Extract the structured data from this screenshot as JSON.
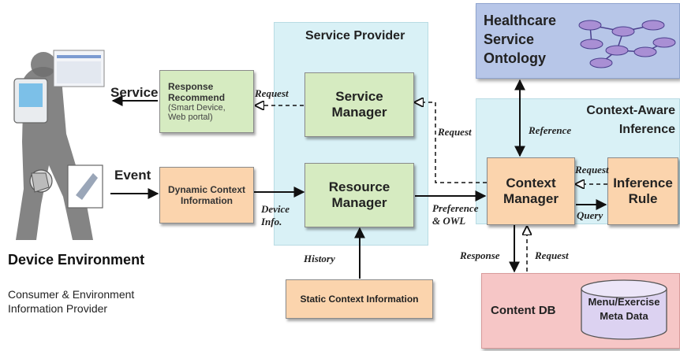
{
  "service_provider": {
    "title": "Service Provider"
  },
  "healthcare": {
    "title_line1": "Healthcare",
    "title_line2": "Service",
    "title_line3": "Ontology"
  },
  "context_aware": {
    "title_line1": "Context-Aware",
    "title_line2": "Inference"
  },
  "content_db": {
    "label": "Content DB",
    "cylinder_line1": "Menu/Exercise",
    "cylinder_line2": "Meta Data"
  },
  "response_recommend": {
    "line1": "Response",
    "line2": "Recommend",
    "line3": "(Smart Device,",
    "line4": "Web portal)"
  },
  "dynamic_context": {
    "line1": "Dynamic Context",
    "line2": "Information"
  },
  "service_manager": {
    "line1": "Service",
    "line2": "Manager"
  },
  "resource_manager": {
    "line1": "Resource",
    "line2": "Manager"
  },
  "context_manager": {
    "line1": "Context",
    "line2": "Manager"
  },
  "inference_rule": {
    "line1": "Inference",
    "line2": "Rule"
  },
  "static_context": {
    "label": "Static Context Information"
  },
  "device_environment": {
    "title": "Device Environment",
    "sub_line1": "Consumer & Environment",
    "sub_line2": "Information Provider"
  },
  "edges": {
    "service": "Service",
    "event": "Event",
    "request_sm": "Request",
    "request_cm": "Request",
    "reference": "Reference",
    "request_ir": "Request",
    "query": "Query",
    "device_info_1": "Device",
    "device_info_2": "Info.",
    "preference_1": "Preference",
    "preference_2": "& OWL",
    "history": "History",
    "response": "Response",
    "request_db": "Request"
  },
  "colors": {
    "service_provider_bg": "#d9f1f6",
    "healthcare_bg": "#b7c6e8",
    "context_aware_bg": "#d9f1f6",
    "content_db_bg": "#f6c6c6",
    "green_node": "#d6ebc1",
    "orange_node": "#fbd4ad",
    "ontology_node": "#a98fd4"
  }
}
